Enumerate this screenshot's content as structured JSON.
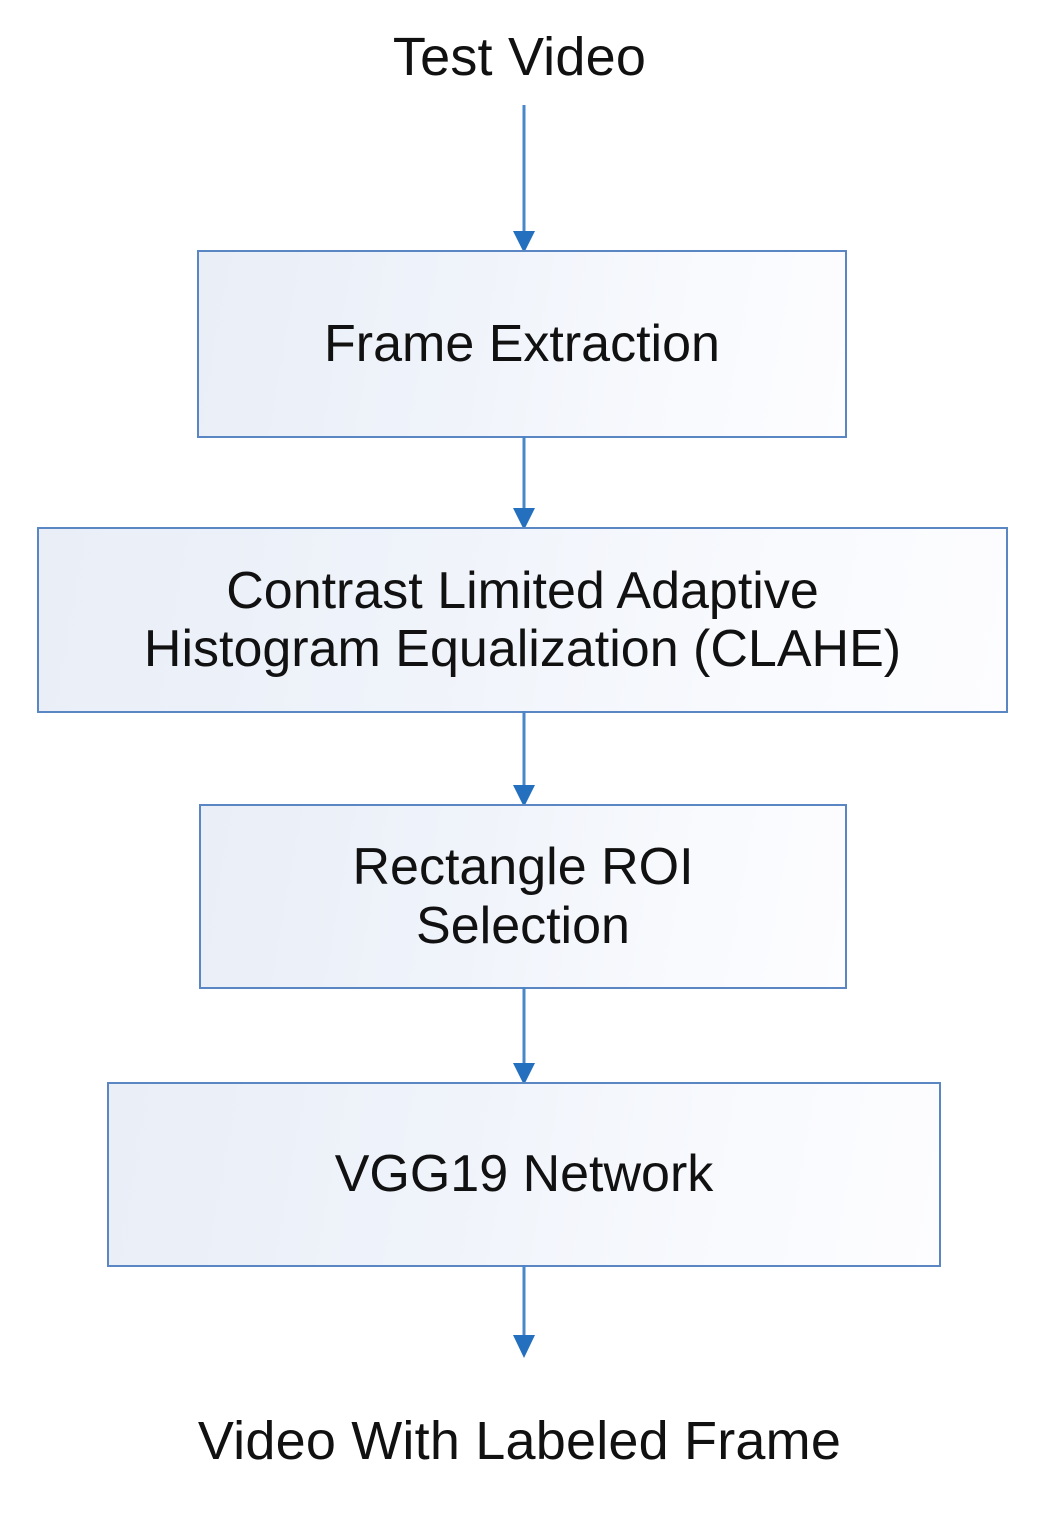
{
  "diagram": {
    "type": "flowchart",
    "orientation": "top-to-bottom",
    "title": "Test Video",
    "accent_color": "#2e75b6",
    "node_border_color": "#5b86c4",
    "node_fill_start": "#e9eef7",
    "node_fill_end": "#fdfdff",
    "text_color": "#111111",
    "background_color": "#ffffff",
    "start_label": "Test Video",
    "end_label": "Video With Labeled Frame",
    "nodes": [
      {
        "id": "frame-extraction",
        "label": "Frame Extraction"
      },
      {
        "id": "clahe",
        "label": "Contrast Limited Adaptive\nHistogram Equalization (CLAHE)"
      },
      {
        "id": "roi",
        "label": "Rectangle ROI\nSelection"
      },
      {
        "id": "vgg19",
        "label": "VGG19 Network"
      }
    ],
    "edges": [
      {
        "from": "Test Video",
        "to": "Frame Extraction"
      },
      {
        "from": "Frame Extraction",
        "to": "Contrast Limited Adaptive Histogram Equalization (CLAHE)"
      },
      {
        "from": "Contrast Limited Adaptive Histogram Equalization (CLAHE)",
        "to": "Rectangle ROI Selection"
      },
      {
        "from": "Rectangle ROI Selection",
        "to": "VGG19 Network"
      },
      {
        "from": "VGG19 Network",
        "to": "Video With Labeled Frame"
      }
    ]
  }
}
